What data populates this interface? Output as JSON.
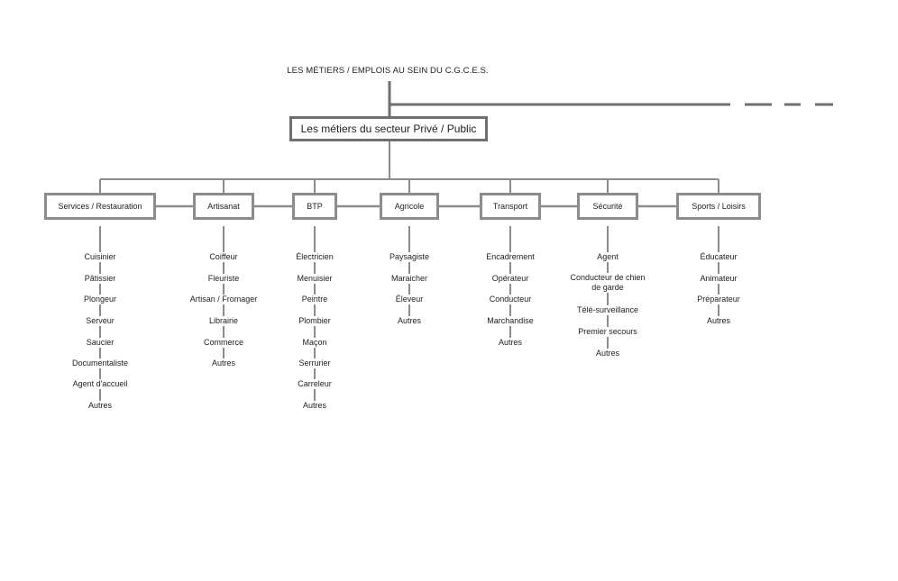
{
  "title": "LES MÉTIERS / EMPLOIS AU SEIN DU C.G.C.E.S.",
  "root": "Les métiers du secteur Privé / Public",
  "categories": [
    {
      "label": "Services / Restauration",
      "items": [
        "Cuisinier",
        "Pâtissier",
        "Plongeur",
        "Serveur",
        "Saucier",
        "Documentaliste",
        "Agent d'accueil",
        "Autres"
      ]
    },
    {
      "label": "Artisanat",
      "items": [
        "Coiffeur",
        "Fleuriste",
        "Artisan / Fromager",
        "Librairie",
        "Commerce",
        "Autres"
      ]
    },
    {
      "label": "BTP",
      "items": [
        "Électricien",
        "Menuisier",
        "Peintre",
        "Plombier",
        "Maçon",
        "Serrurier",
        "Carreleur",
        "Autres"
      ]
    },
    {
      "label": "Agricole",
      "items": [
        "Paysagiste",
        "Maraicher",
        "Éleveur",
        "Autres"
      ]
    },
    {
      "label": "Transport",
      "items": [
        "Encadrement",
        "Opérateur",
        "Conducteur",
        "Marchandise",
        "Autres"
      ]
    },
    {
      "label": "Sécurité",
      "items": [
        "Agent",
        "Conducteur de chien\nde garde",
        "Télé-surveillance",
        "Premier secours",
        "Autres"
      ]
    },
    {
      "label": "Sports / Loisirs",
      "items": [
        "Éducateur",
        "Animateur",
        "Préparateur",
        "Autres"
      ]
    }
  ],
  "colors": {
    "connector": "#8c8c8c",
    "trunk": "#6f6f6f",
    "text": "#222222"
  }
}
